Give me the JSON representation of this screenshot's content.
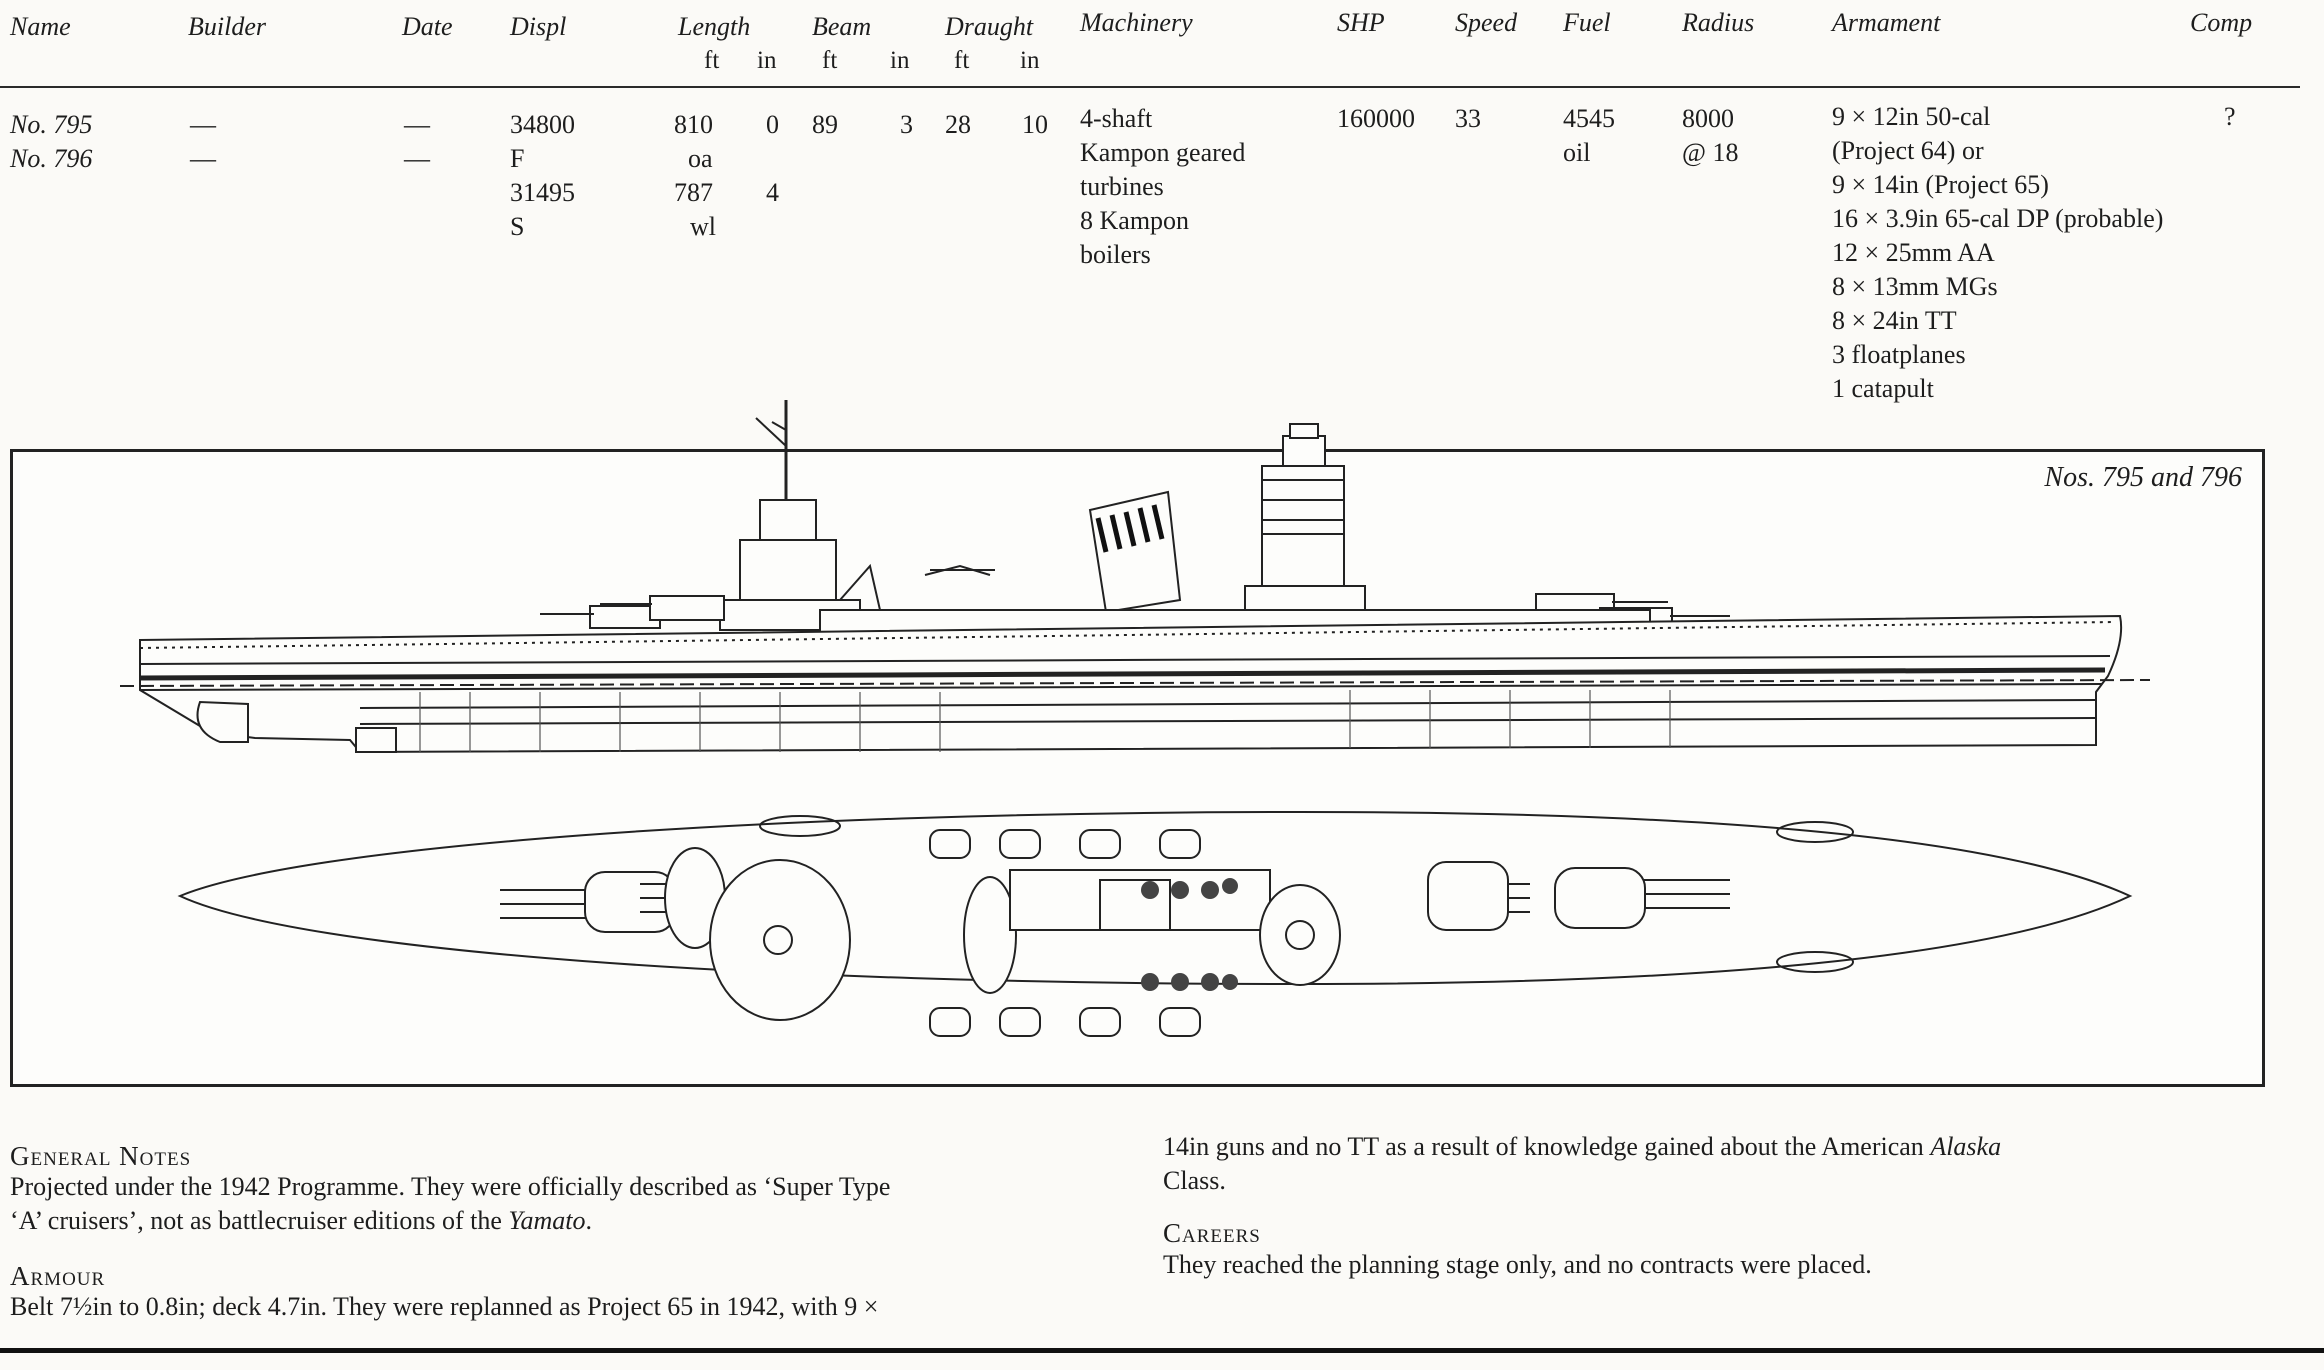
{
  "table": {
    "headers": {
      "name": "Name",
      "builder": "Builder",
      "date": "Date",
      "displ": "Displ",
      "length": "Length",
      "beam": "Beam",
      "draught": "Draught",
      "machinery": "Machinery",
      "shp": "SHP",
      "speed": "Speed",
      "fuel": "Fuel",
      "radius": "Radius",
      "armament": "Armament",
      "comp": "Comp"
    },
    "subheaders": {
      "length_ft": "ft",
      "length_in": "in",
      "beam_ft": "ft",
      "beam_in": "in",
      "draught_ft": "ft",
      "draught_in": "in"
    },
    "row": {
      "names": [
        "No. 795",
        "No. 796"
      ],
      "builder": [
        "—",
        "—"
      ],
      "date": [
        "—",
        "—"
      ],
      "displ": [
        "34800",
        "F",
        "31495",
        "S"
      ],
      "length_ft": [
        "810",
        "oa",
        "787",
        "wl"
      ],
      "length_in": [
        "0",
        "",
        "4",
        ""
      ],
      "beam_ft": "89",
      "beam_in": "3",
      "draught_ft": "28",
      "draught_in": "10",
      "machinery": [
        "4-shaft",
        "Kampon geared",
        "turbines",
        "8 Kampon",
        "boilers"
      ],
      "shp": "160000",
      "speed": "33",
      "fuel": [
        "4545",
        "oil"
      ],
      "radius": [
        "8000",
        "@ 18"
      ],
      "armament": [
        "9 × 12in 50-cal",
        "(Project 64) or",
        "9 × 14in (Project 65)",
        "16 × 3.9in 65-cal DP (probable)",
        "12 × 25mm AA",
        "8 × 13mm MGs",
        "8 × 24in TT",
        "3 floatplanes",
        "1 catapult"
      ],
      "comp": "?"
    }
  },
  "figure": {
    "caption": "Nos. 795 and 796"
  },
  "notes": {
    "general_head": "General Notes",
    "general_line1": "Projected under the 1942 Programme. They were officially described as ‘Super Type",
    "general_line2a": "‘A’ cruisers’, not as battlecruiser editions of the ",
    "general_line2b": "Yamato",
    "general_line2c": ".",
    "armour_head": "Armour",
    "armour_line": "Belt 7½in to 0.8in; deck 4.7in. They were replanned as Project 65 in 1942, with 9 ×",
    "cont_line1a": "14in guns and no TT as a result of knowledge gained about the American ",
    "cont_line1b": "Alaska",
    "cont_line2": "Class.",
    "careers_head": "Careers",
    "careers_line": "They reached the planning stage only, and no contracts were placed."
  }
}
